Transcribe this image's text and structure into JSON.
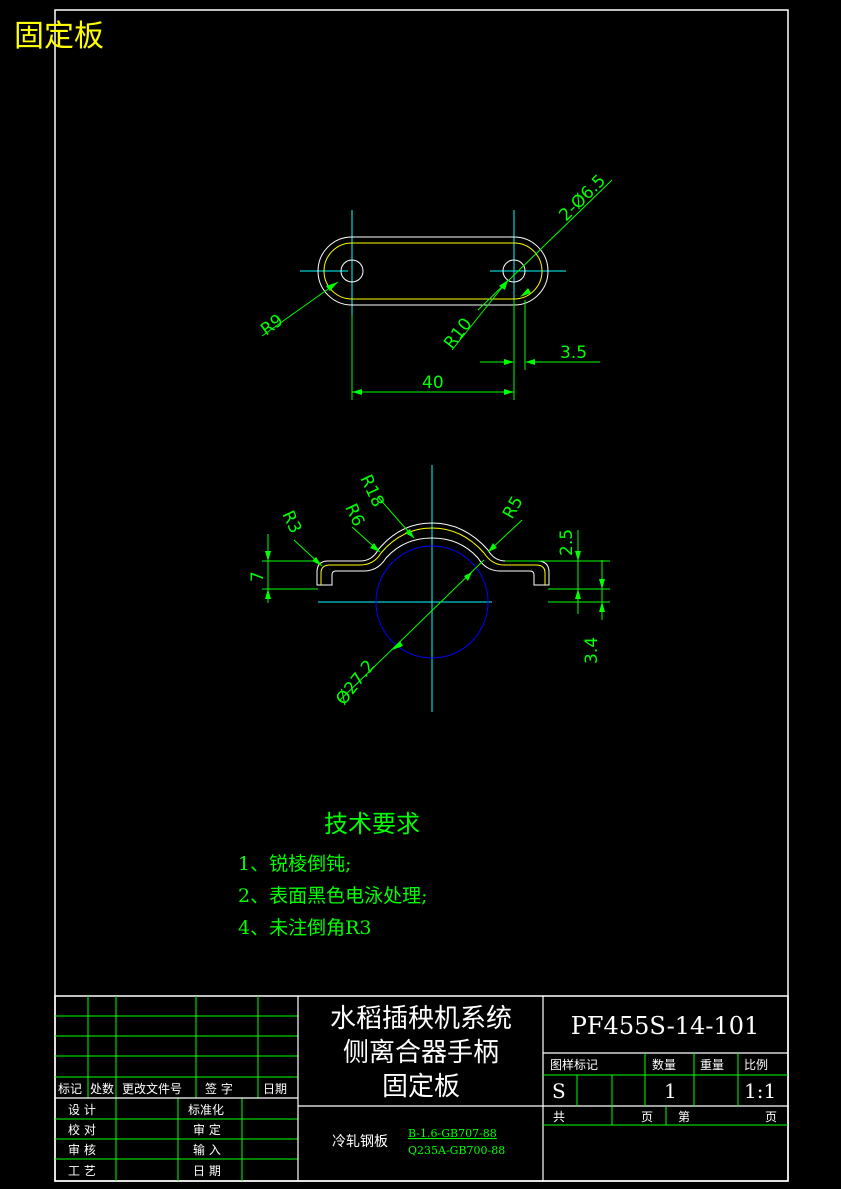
{
  "sheet_label": "固定板",
  "top_view": {
    "dim_holes": "2-Ø6.5",
    "dim_r9": "R9",
    "dim_r10": "R10",
    "dim_3_5": "3.5",
    "dim_40": "40"
  },
  "front_view": {
    "dim_r18": "R18",
    "dim_r3": "R3",
    "dim_r6": "R6",
    "dim_r5": "R5",
    "dim_2_5": "2.5",
    "dim_7": "7",
    "dim_3_4": "3.4",
    "dim_dia": "Ø27.2"
  },
  "tech_req": {
    "title": "技术要求",
    "items": [
      "1、锐棱倒钝;",
      "2、表面黑色电泳处理;",
      "4、未注倒角R3"
    ]
  },
  "title_block": {
    "product_lines": [
      "水稻插秧机系统",
      "侧离合器手柄",
      "固定板"
    ],
    "drawing_no": "PF455S-14-101",
    "rev_headers": [
      "标记",
      "处数",
      "更改文件号",
      "签 字",
      "日期"
    ],
    "sign_rows": [
      [
        "设 计",
        "标准化"
      ],
      [
        "校 对",
        "审 定"
      ],
      [
        "审 核",
        "输 入"
      ],
      [
        "工 艺",
        "日 期"
      ]
    ],
    "attr_headers": [
      "图样标记",
      "数量",
      "重量",
      "比例"
    ],
    "attr_values": [
      "S",
      "1",
      "1:1"
    ],
    "sheet_info": [
      "共",
      "页",
      "第",
      "页"
    ],
    "material_name": "冷轧钢板",
    "material_spec_1": "B-1.6-GB707-88",
    "material_spec_2": "Q235A-GB700-88"
  },
  "colors": {
    "background": "#000000",
    "frame": "#ffffff",
    "outline": "#ffff00",
    "dimension": "#00ff00",
    "centerline": "#00ffff",
    "hidden_circle": "#0000ff",
    "label": "#ffff00"
  }
}
